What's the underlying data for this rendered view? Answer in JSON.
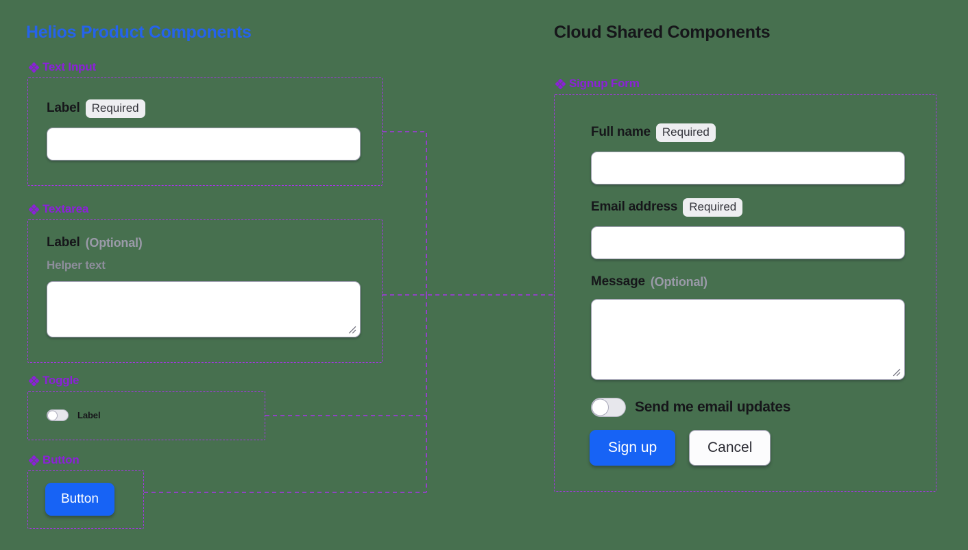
{
  "meta": {
    "background_color": "#47704F",
    "accent_purple": "#A734E8",
    "accent_blue": "#2563EB",
    "button_blue": "#1763F5"
  },
  "panels": {
    "left": {
      "title": "Helios Product Components",
      "title_color": "#2563EB"
    },
    "right": {
      "title": "Cloud Shared Components",
      "title_color": "#16161A"
    }
  },
  "left_sections": {
    "text_input": {
      "heading": "Text Input",
      "icon": "components-diamond-icon",
      "label": "Label",
      "badge": "Required",
      "input_value": "",
      "input_placeholder": ""
    },
    "textarea": {
      "heading": "Textarea",
      "icon": "components-diamond-icon",
      "label": "Label",
      "optional_note": "(Optional)",
      "helper_text": "Helper text",
      "textarea_value": "",
      "textarea_placeholder": ""
    },
    "toggle": {
      "heading": "Toggle",
      "icon": "components-diamond-icon",
      "label": "Label",
      "state": "off"
    },
    "button": {
      "heading": "Button",
      "icon": "components-diamond-icon",
      "label": "Button"
    }
  },
  "right_section": {
    "heading": "Signup Form",
    "icon": "components-diamond-icon",
    "fields": {
      "full_name": {
        "label": "Full name",
        "badge": "Required",
        "value": "",
        "placeholder": ""
      },
      "email_address": {
        "label": "Email address",
        "badge": "Required",
        "value": "",
        "placeholder": ""
      },
      "message": {
        "label": "Message",
        "optional_note": "(Optional)",
        "value": "",
        "placeholder": ""
      }
    },
    "toggle": {
      "label": "Send me email updates",
      "state": "off"
    },
    "actions": {
      "primary": "Sign up",
      "secondary": "Cancel"
    }
  }
}
